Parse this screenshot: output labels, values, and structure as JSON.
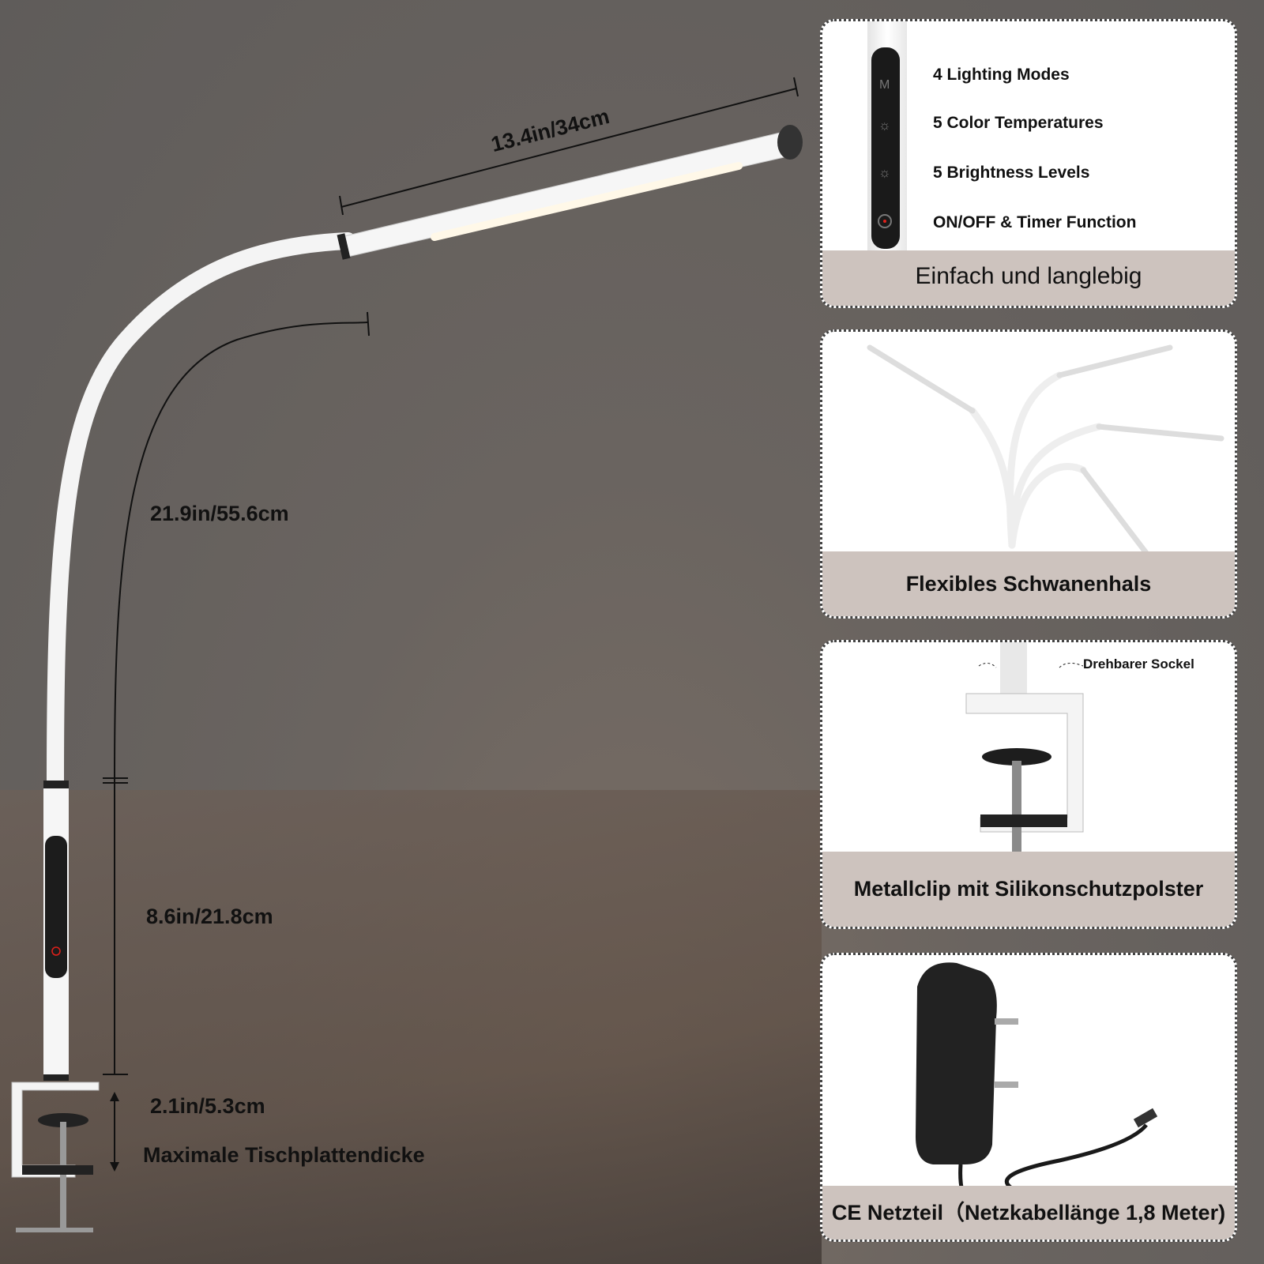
{
  "dimensions": {
    "arm_length": "13.4in/34cm",
    "neck_height": "21.9in/55.6cm",
    "base_height": "8.6in/21.8cm",
    "clamp_opening": "2.1in/5.3cm",
    "clamp_label": "Maximale Tischplattendicke"
  },
  "panels": {
    "controls": {
      "features": [
        "4 Lighting Modes",
        "5 Color Temperatures",
        "5 Brightness Levels",
        "ON/OFF & Timer Function"
      ],
      "caption": "Einfach und langlebig",
      "icons": [
        "mode-icon",
        "color-temperature-icon",
        "brightness-icon",
        "power-icon"
      ]
    },
    "gooseneck": {
      "caption": "Flexibles Schwanenhals"
    },
    "clamp": {
      "caption": "Metallclip mit Silikonschutzpolster",
      "rotate_label": "Drehbarer Sockel"
    },
    "adapter": {
      "caption": "CE Netzteil（Netzkabellänge 1,8 Meter)"
    }
  },
  "colors": {
    "caption_bg": "#cdc3be",
    "power_led": "#e0201a"
  }
}
